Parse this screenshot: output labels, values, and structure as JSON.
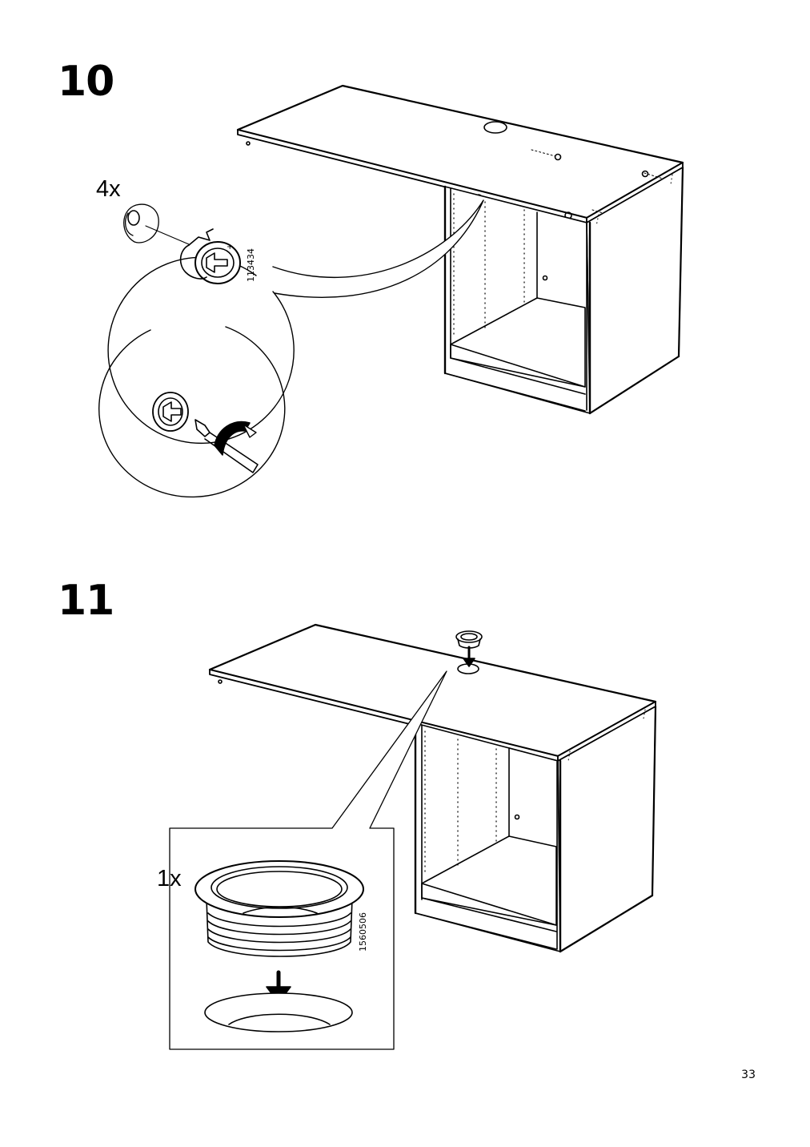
{
  "steps": [
    {
      "number": "10",
      "quantity": "4x",
      "part_number": "113434"
    },
    {
      "number": "11",
      "quantity": "1x",
      "part_number": "1560506"
    }
  ],
  "page_number": "33",
  "icons": [
    "cam-lock-icon",
    "screwdriver-icon",
    "cable-grommet-icon",
    "arrow-down-icon"
  ]
}
